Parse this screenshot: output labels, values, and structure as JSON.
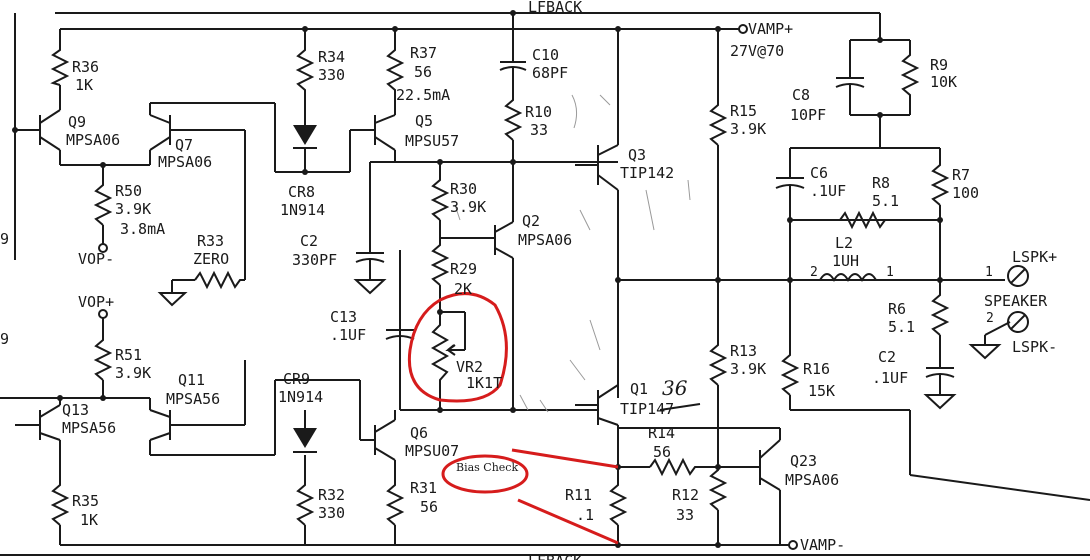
{
  "nets": {
    "lfback_top": "LFBACK",
    "lfback_bottom": "LFBACK",
    "vamp_plus": "VAMP+",
    "vamp_plus_note": "27V@70",
    "vamp_minus": "VAMP-",
    "vop_minus": "VOP-",
    "vop_plus": "VOP+"
  },
  "resistors": [
    {
      "ref": "R36",
      "value": "1K"
    },
    {
      "ref": "R34",
      "value": "330"
    },
    {
      "ref": "R37",
      "value": "56",
      "note": "22.5mA"
    },
    {
      "ref": "R10",
      "value": "33"
    },
    {
      "ref": "R9",
      "value": "10K"
    },
    {
      "ref": "R15",
      "value": "3.9K"
    },
    {
      "ref": "R50",
      "value": "3.9K",
      "note": "3.8mA"
    },
    {
      "ref": "R33",
      "value": "ZERO"
    },
    {
      "ref": "R30",
      "value": "3.9K"
    },
    {
      "ref": "R8",
      "value": "5.1"
    },
    {
      "ref": "R7",
      "value": "100"
    },
    {
      "ref": "R29",
      "value": "2K"
    },
    {
      "ref": "R6",
      "value": "5.1"
    },
    {
      "ref": "R51",
      "value": "3.9K"
    },
    {
      "ref": "R13",
      "value": "3.9K"
    },
    {
      "ref": "R16",
      "value": "15K"
    },
    {
      "ref": "R14",
      "value": "56"
    },
    {
      "ref": "R35",
      "value": "1K"
    },
    {
      "ref": "R32",
      "value": "330"
    },
    {
      "ref": "R31",
      "value": "56"
    },
    {
      "ref": "R11",
      "value": ".1"
    },
    {
      "ref": "R12",
      "value": "33"
    }
  ],
  "capacitors": [
    {
      "ref": "C10",
      "value": "68PF"
    },
    {
      "ref": "C8",
      "value": "10PF"
    },
    {
      "ref": "C6",
      "value": ".1UF"
    },
    {
      "ref": "C2",
      "value": "330PF"
    },
    {
      "ref": "C13",
      "value": ".1UF"
    },
    {
      "ref": "C2b",
      "value": ".1UF",
      "label": "C2"
    }
  ],
  "transistors": [
    {
      "ref": "Q9",
      "part": "MPSA06"
    },
    {
      "ref": "Q7",
      "part": "MPSA06"
    },
    {
      "ref": "Q5",
      "part": "MPSU57"
    },
    {
      "ref": "Q3",
      "part": "TIP142"
    },
    {
      "ref": "Q2",
      "part": "MPSA06"
    },
    {
      "ref": "Q11",
      "part": "MPSA56"
    },
    {
      "ref": "Q13",
      "part": "MPSA56"
    },
    {
      "ref": "Q6",
      "part": "MPSU07"
    },
    {
      "ref": "Q1",
      "part": "TIP147",
      "handwritten": "36"
    },
    {
      "ref": "Q23",
      "part": "MPSA06"
    }
  ],
  "diodes": [
    {
      "ref": "CR8",
      "part": "1N914"
    },
    {
      "ref": "CR9",
      "part": "1N914"
    }
  ],
  "inductor": {
    "ref": "L2",
    "value": "1UH",
    "pin1": "1",
    "pin2": "2"
  },
  "trimmer": {
    "ref": "VR2",
    "value": "1K1T"
  },
  "speaker": {
    "label": "SPEAKER",
    "plus": "LSPK+",
    "minus": "LSPK-",
    "pin1": "1",
    "pin2": "2"
  },
  "annotation": {
    "text": "Bias Check",
    "color": "#d61c1c"
  },
  "edge_marks": {
    "left_a": "9",
    "left_b": "9"
  }
}
